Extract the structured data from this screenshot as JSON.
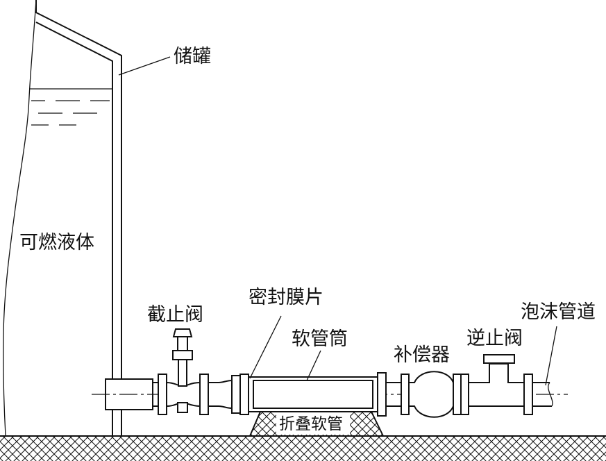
{
  "labels": {
    "tank": "储罐",
    "liquid": "可燃液体",
    "gate_valve": "截止阀",
    "seal_membrane": "密封膜片",
    "hose_cylinder": "软管筒",
    "compensator": "补偿器",
    "check_valve": "逆止阀",
    "foam_pipe": "泡沫管道",
    "folded_hose": "折叠软管"
  }
}
